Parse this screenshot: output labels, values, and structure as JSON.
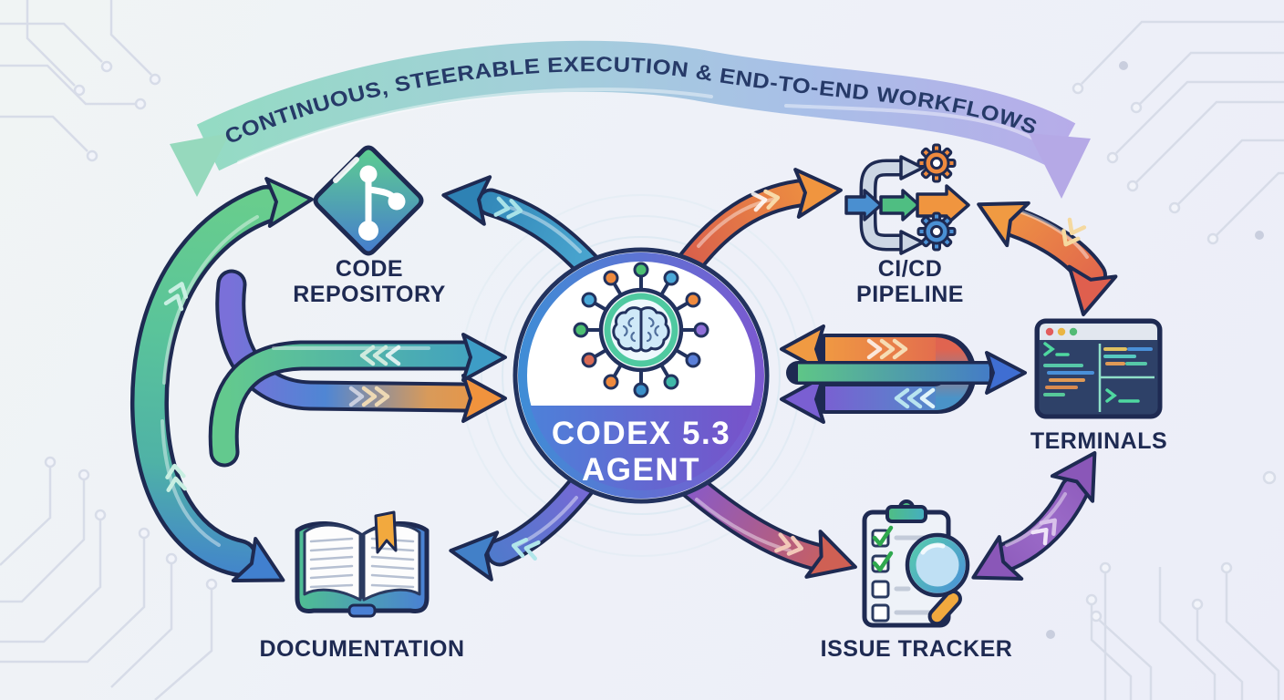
{
  "banner": {
    "text": "CONTINUOUS, STEERABLE EXECUTION & END-TO-END WORKFLOWS"
  },
  "center": {
    "name_line1": "CODEX 5.3",
    "name_line2": "AGENT",
    "icon": "brain-circuit-icon"
  },
  "nodes": {
    "code_repository": {
      "line1": "CODE",
      "line2": "REPOSITORY",
      "icon": "git-branch-diamond-icon"
    },
    "cicd_pipeline": {
      "line1": "CI/CD",
      "line2": "PIPELINE",
      "icon": "pipeline-gears-icon"
    },
    "terminals": {
      "line1": "TERMINALS",
      "icon": "terminal-window-icon"
    },
    "issue_tracker": {
      "line1": "ISSUE TRACKER",
      "icon": "clipboard-search-icon"
    },
    "documentation": {
      "line1": "DOCUMENTATION",
      "icon": "open-book-icon"
    }
  },
  "colors": {
    "background": "#eef1f8",
    "outline_navy": "#1e2a52",
    "ribbon_green": "#93dcc2",
    "ribbon_purple": "#b7ace9",
    "agent_ring_blue": "#3e8ed6",
    "agent_ring_purple": "#7c58d0",
    "arrow_orange": "#f0953f",
    "arrow_red": "#df5f4e",
    "arrow_green": "#5ec687",
    "arrow_teal": "#3e9dc6",
    "arrow_blue": "#3f6ed2",
    "arrow_purple": "#8a57b8"
  }
}
